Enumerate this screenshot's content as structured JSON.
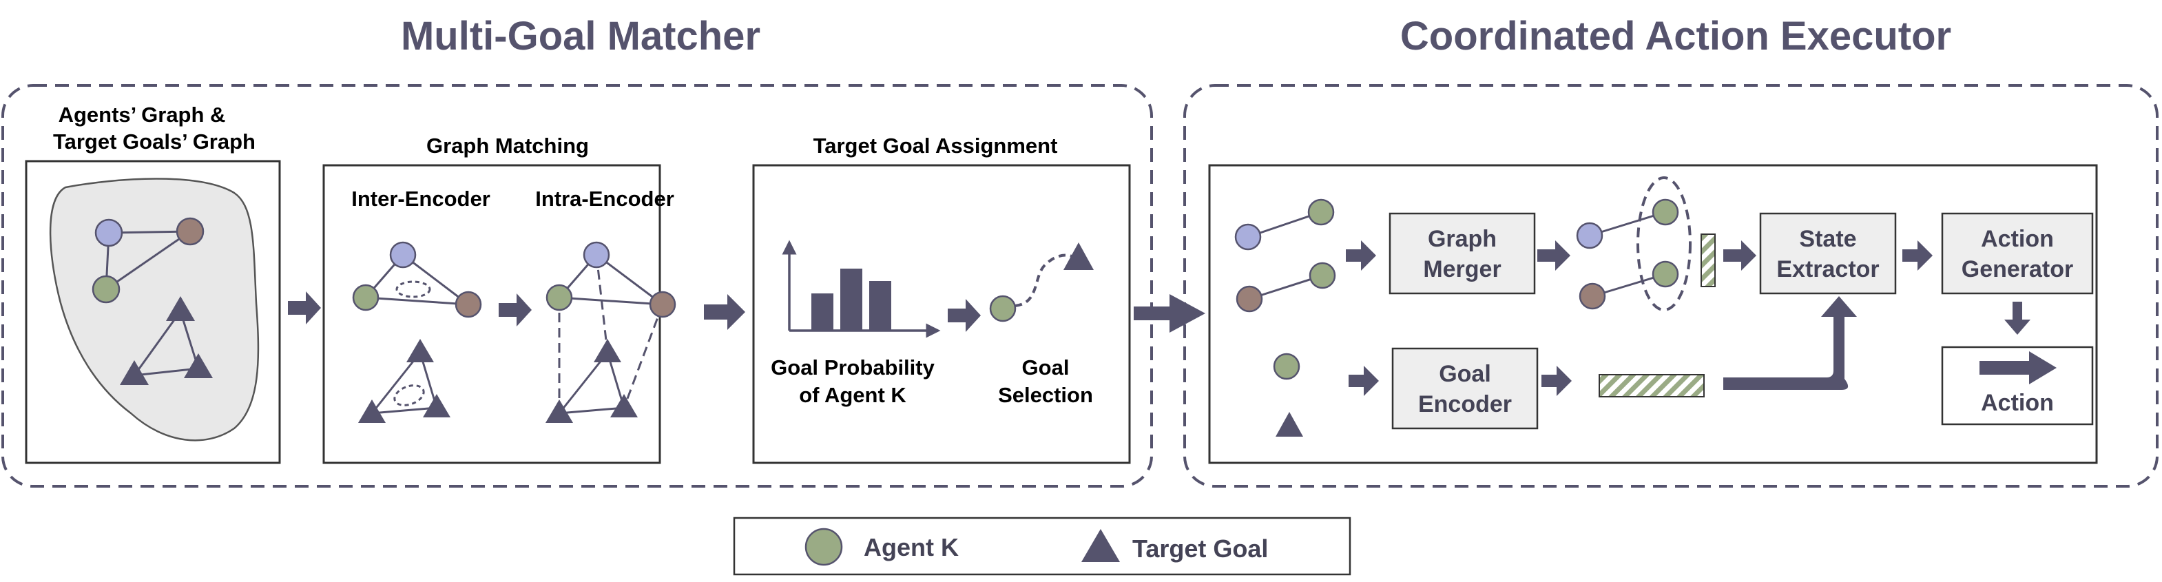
{
  "titles": {
    "left": "Multi-Goal Matcher",
    "right": "Coordinated Action Executor"
  },
  "panels": {
    "graphs": {
      "line1": "Agents’ Graph &",
      "line2": "Target Goals’ Graph"
    },
    "matching": {
      "title": "Graph Matching",
      "inter": "Inter-Encoder",
      "intra": "Intra-Encoder"
    },
    "assignment": {
      "title": "Target Goal Assignment",
      "prob_line1": "Goal Probability",
      "prob_line2": "of Agent K",
      "sel_line1": "Goal",
      "sel_line2": "Selection"
    }
  },
  "executor": {
    "graph_merger": {
      "line1": "Graph",
      "line2": "Merger"
    },
    "state_extractor": {
      "line1": "State",
      "line2": "Extractor"
    },
    "action_generator": {
      "line1": "Action",
      "line2": "Generator"
    },
    "goal_encoder": {
      "line1": "Goal",
      "line2": "Encoder"
    },
    "action": "Action"
  },
  "legend": {
    "agent": "Agent K",
    "goal": "Target Goal"
  },
  "colors": {
    "title": "#55536d",
    "dark": "#55536d",
    "agent_green": "#9aab85",
    "agent_blue": "#a9aedc",
    "agent_brown": "#9a8078",
    "box_fill": "#eeeeee",
    "area_fill": "#e8e8e8"
  },
  "bar_chart": {
    "values": [
      0.45,
      0.75,
      0.6
    ]
  }
}
